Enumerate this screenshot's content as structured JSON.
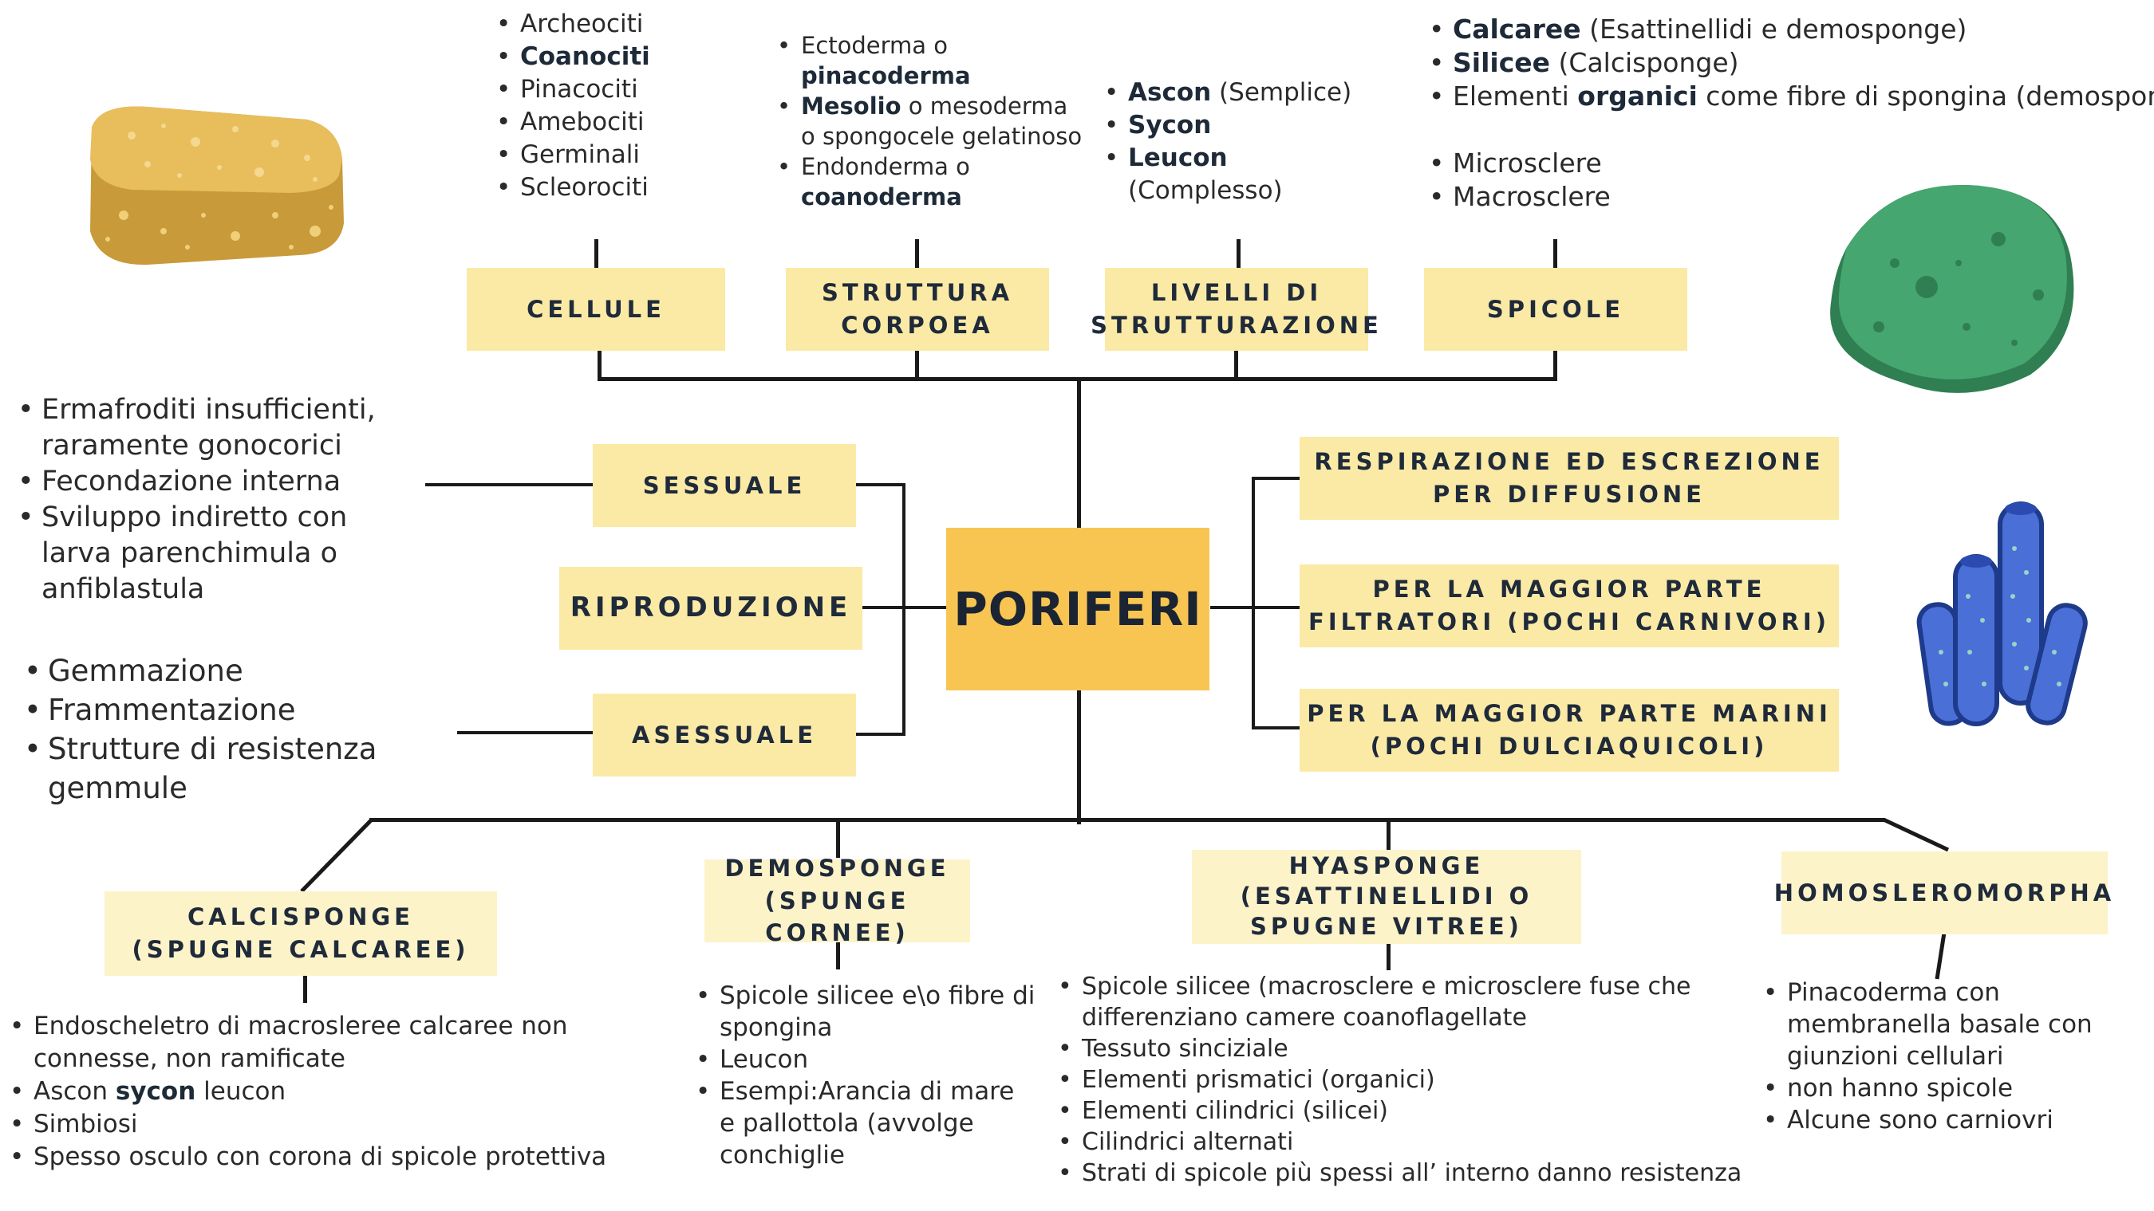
{
  "center": "PORIFERI",
  "top_boxes": {
    "cellule": "CELLULE",
    "struttura": [
      "STRUTTURA",
      "CORPOEA"
    ],
    "livelli": [
      "LIVELLI DI",
      "STRUTTURAZIONE"
    ],
    "spicole": "SPICOLE"
  },
  "cellule_list": [
    "Archeociti",
    "Coanociti",
    "Pinacociti",
    "Amebociti",
    "Germinali",
    "Scleorociti"
  ],
  "struttura_list": [
    {
      "pre": "Ectoderma o ",
      "bold": "pinacoderma",
      "post": ""
    },
    {
      "pre": "",
      "bold": "Mesolio",
      "post": " o mesoderma o spongocele  gelatinoso"
    },
    {
      "pre": "Endonderma o ",
      "bold": "coanoderma",
      "post": ""
    }
  ],
  "livelli_list": [
    {
      "bold": "Ascon",
      "post": " (Semplice)"
    },
    {
      "bold": "Sycon",
      "post": ""
    },
    {
      "bold": "Leucon",
      "post": " (Complesso)"
    }
  ],
  "spicole_list": [
    {
      "pre": "",
      "bold": "Calcaree",
      "post": " (Esattinellidi e demosponge)"
    },
    {
      "pre": "",
      "bold": "Silicee",
      "post": " (Calcisponge)"
    },
    {
      "pre": "Elementi ",
      "bold": "organici",
      "post": " come fibre di spongina (demosponge)"
    }
  ],
  "spicole_list2": [
    "Microsclere",
    "Macrosclere"
  ],
  "riproduzione": "RIPRODUZIONE",
  "sessuale": "SESSUALE",
  "asessuale": "ASESSUALE",
  "sessuale_list": [
    "Ermafroditi insufficienti, raramente gonocorici",
    "Fecondazione interna",
    "Sviluppo indiretto con larva parenchimula o anfiblastula"
  ],
  "asessuale_list": [
    "Gemmazione",
    "Frammentazione",
    "Strutture di resistenza gemmule"
  ],
  "right_boxes": [
    [
      "RESPIRAZIONE ED ESCREZIONE",
      "PER DIFFUSIONE"
    ],
    [
      "PER LA MAGGIOR PARTE",
      "FILTRATORI (POCHI CARNIVORI)"
    ],
    [
      "PER LA MAGGIOR PARTE MARINI",
      "(POCHI DULCIAQUICOLI)"
    ]
  ],
  "bottom_boxes": {
    "calcisponge": [
      "CALCISPONGE",
      "(SPUGNE CALCAREE)"
    ],
    "demosponge": [
      "DEMOSPONGE",
      "(SPUNGE CORNEE)"
    ],
    "hyasponge": [
      "HYASPONGE",
      "(ESATTINELLIDI O",
      "SPUGNE VITREE)"
    ],
    "homosleromorpha": "HOMOSLEROMORPHA"
  },
  "calcisponge_list": [
    {
      "pre": "Endoscheletro di macroslerее calcaree non connesse, non ramificate",
      "bold": "",
      "post": ""
    },
    {
      "pre": "Ascon ",
      "bold": "sycon",
      "post": " leucon"
    },
    {
      "pre": "Simbiosi",
      "bold": "",
      "post": ""
    },
    {
      "pre": "Spesso osculo con corona di spicole protettiva",
      "bold": "",
      "post": ""
    }
  ],
  "demosponge_list": [
    "Spicole silicee e\\o fibre di spongina",
    "Leucon",
    "Esempi:Arancia di mare e pallottola (avvolge conchiglie"
  ],
  "hyasponge_list": [
    "Spicole silicee (macrosclere e microsclere fuse che differenziano camere coanoflagellate",
    "Tessuto sinciziale",
    "Elementi prismatici (organici)",
    "Elementi cilindrici (silicei)",
    "Cilindrici alternati",
    "Strati di spicole  più spessi all’ interno danno resistenza"
  ],
  "homo_list": [
    "Pinacoderma con membranella basale con giunzioni cellulari",
    "non hanno spicole",
    "Alcune sono carniovri"
  ],
  "colors": {
    "box": "#fbeaa6",
    "center": "#f9c552",
    "line": "#1a1a1a",
    "sponge_yellow": "#e2b45a",
    "sponge_green": "#3f9c6a",
    "sponge_blue": "#4a6fd6"
  }
}
